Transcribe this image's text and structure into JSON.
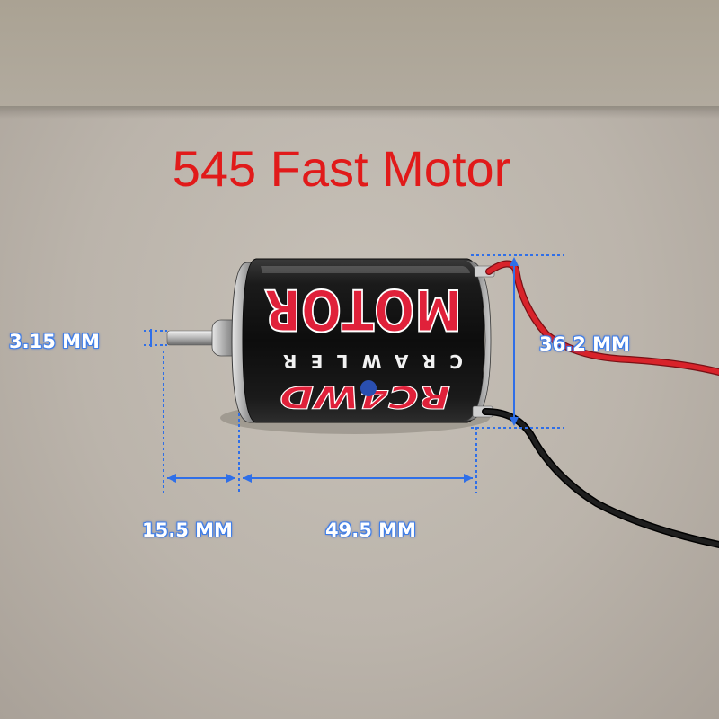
{
  "title": "545 Fast Motor",
  "dimensions": {
    "shaft_diameter": "3.15 MM",
    "body_diameter": "36.2 MM",
    "shaft_length": "15.5 MM",
    "body_length": "49.5 MM"
  },
  "motor_label": {
    "brand": "MOTOR",
    "sub": "CRAWLER",
    "maker": "RC4WD"
  },
  "colors": {
    "title": "#e11a1a",
    "dimension_line": "#2f6fe8",
    "motor_can": "#141414",
    "motor_logo": "#e0213a",
    "wire_red": "#d8232a",
    "wire_black": "#111111"
  }
}
